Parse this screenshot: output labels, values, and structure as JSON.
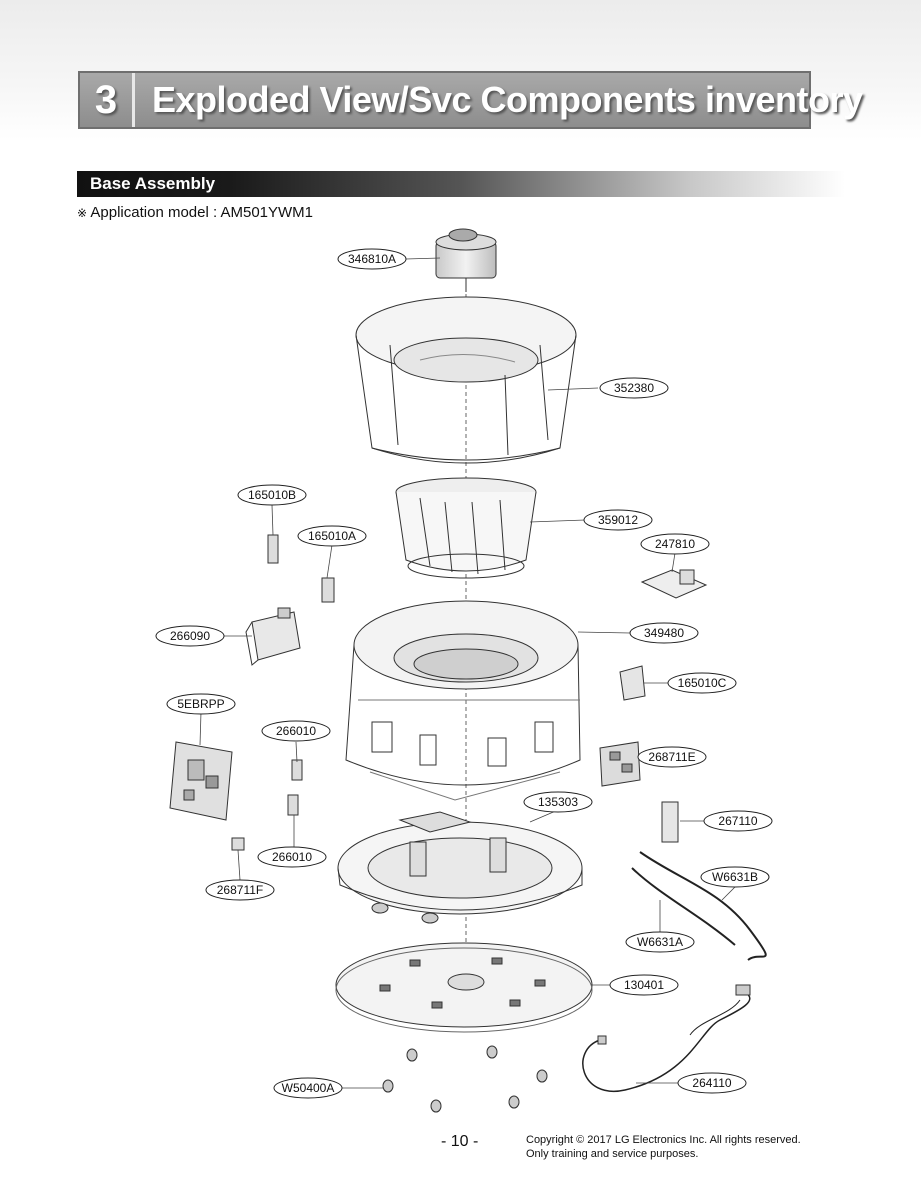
{
  "header": {
    "section_number": "3",
    "section_title": "Exploded View/Svc Components inventory"
  },
  "subsection": {
    "title": "Base Assembly",
    "note_symbol": "※",
    "note_text": "Application model : AM501YWM1"
  },
  "parts": [
    "346810A",
    "352380",
    "165010B",
    "165010A",
    "359012",
    "247810",
    "266090",
    "349480",
    "165010C",
    "5EBRPP",
    "266010",
    "268711E",
    "135303",
    "267110",
    "266010",
    "268711F",
    "W6631B",
    "W6631A",
    "130401",
    "W50400A",
    "264110"
  ],
  "footer": {
    "page": "- 10 -",
    "copyright": "Copyright © 2017 LG Electronics Inc. All rights reserved.",
    "usage": "Only training and service purposes."
  }
}
